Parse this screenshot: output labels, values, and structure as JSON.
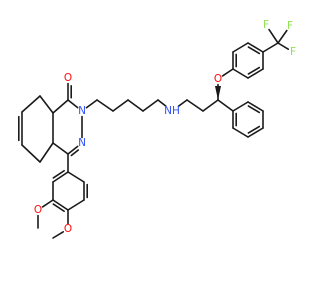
{
  "atoms": [
    {
      "id": "o1",
      "text": "O",
      "color": "#ff0d0d"
    },
    {
      "id": "n2",
      "text": "N",
      "color": "#3050f8"
    },
    {
      "id": "n3",
      "text": "N",
      "color": "#3050f8"
    },
    {
      "id": "nh",
      "text": "NH",
      "color": "#3050f8"
    },
    {
      "id": "o_ether",
      "text": "O",
      "color": "#ff0d0d"
    },
    {
      "id": "o_me1",
      "text": "O",
      "color": "#ff0d0d"
    },
    {
      "id": "o_me2",
      "text": "O",
      "color": "#ff0d0d"
    },
    {
      "id": "f1",
      "text": "F",
      "color": "#90e050"
    },
    {
      "id": "f2",
      "text": "F",
      "color": "#90e050"
    },
    {
      "id": "f3",
      "text": "F",
      "color": "#90e050"
    }
  ],
  "colors": {
    "bond": "#1a1a1a",
    "oxygen": "#ff0d0d",
    "nitrogen": "#3050f8",
    "fluorine": "#90e050",
    "background": "#ffffff"
  }
}
